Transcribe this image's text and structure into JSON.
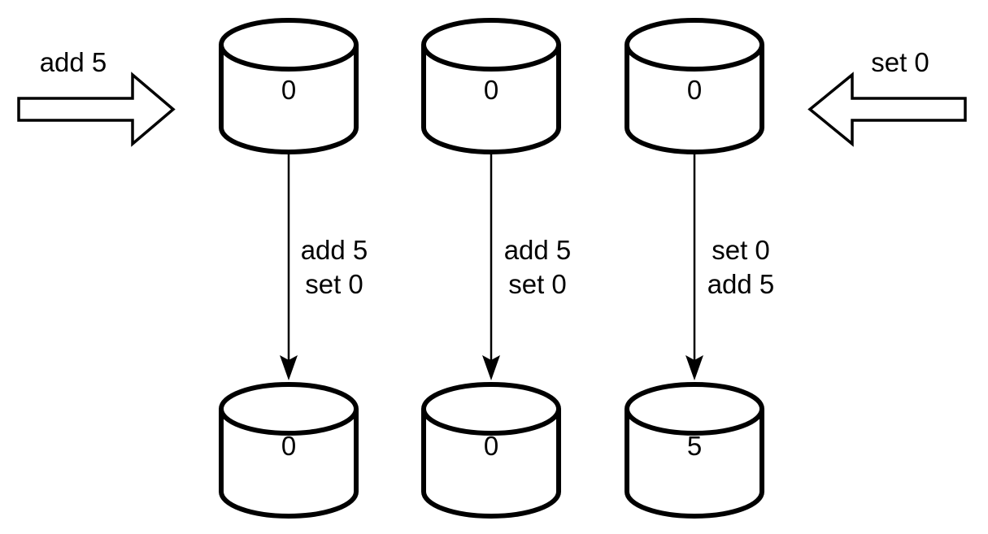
{
  "annotations": {
    "left": {
      "label": "add 5",
      "arrow_direction": "right"
    },
    "right": {
      "label": "set 0",
      "arrow_direction": "left"
    }
  },
  "replicas": [
    {
      "initial_value": "0",
      "operations": [
        "add 5",
        "set 0"
      ],
      "final_value": "0"
    },
    {
      "initial_value": "0",
      "operations": [
        "add 5",
        "set 0"
      ],
      "final_value": "0"
    },
    {
      "initial_value": "0",
      "operations": [
        "set 0",
        "add 5"
      ],
      "final_value": "5"
    }
  ],
  "colors": {
    "stroke": "#000000",
    "fill": "#ffffff"
  }
}
